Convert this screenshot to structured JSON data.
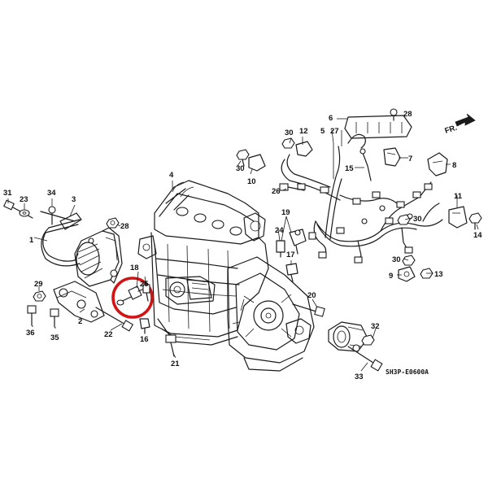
{
  "diagram": {
    "callouts": [
      "1",
      "2",
      "3",
      "4",
      "5",
      "6",
      "7",
      "8",
      "9",
      "10",
      "11",
      "12",
      "13",
      "14",
      "15",
      "16",
      "17",
      "18",
      "19",
      "20",
      "21",
      "22",
      "23",
      "24",
      "25",
      "26",
      "27",
      "28",
      "29",
      "30",
      "31",
      "32",
      "33",
      "34",
      "35",
      "36"
    ],
    "direction_label": "FR.",
    "drawing_code": "SH3P-E0600A",
    "highlight_color": "#d21414",
    "line_color": "#1a1a1a",
    "highlighted_part": "18"
  }
}
